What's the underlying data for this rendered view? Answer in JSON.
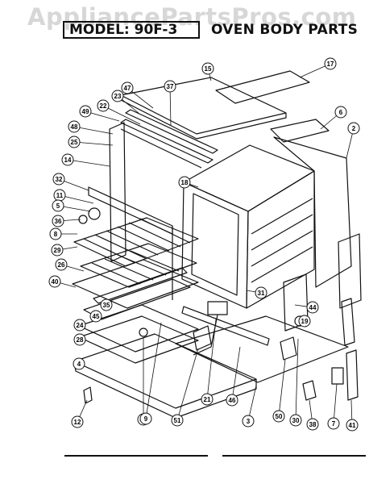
{
  "watermark": "AppliancePartsPros.com",
  "header": {
    "model_label": "MODEL: 90F-3",
    "section_label": "OVEN BODY PARTS"
  },
  "callouts": [
    "15",
    "17",
    "37",
    "47",
    "23",
    "22",
    "49",
    "48",
    "25",
    "14",
    "32",
    "11",
    "5",
    "36",
    "8",
    "29",
    "26",
    "40",
    "35",
    "45",
    "24",
    "28",
    "4",
    "12",
    "42",
    "9",
    "51",
    "21",
    "46",
    "3",
    "50",
    "38",
    "30",
    "7",
    "41",
    "44",
    "31",
    "19",
    "18",
    "6",
    "2"
  ],
  "colors": {
    "line": "#111111",
    "background": "#ffffff"
  }
}
